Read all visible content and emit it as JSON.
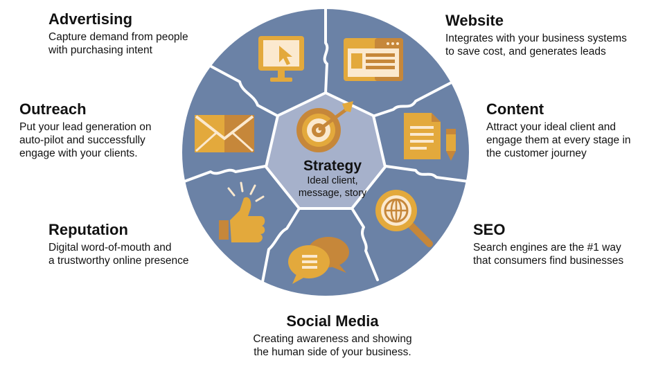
{
  "colors": {
    "segment": "#6b82a6",
    "center": "#a6b1cb",
    "separator": "#ffffff",
    "icon_gold": "#e3a93c",
    "icon_gold_dark": "#c6873a",
    "icon_light": "#fbe9cf",
    "icon_grey": "#9da6b6"
  },
  "center": {
    "icon": "target-icon",
    "title": "Strategy",
    "line1": "Ideal client,",
    "line2": "message, story"
  },
  "segments": [
    {
      "key": "advertising",
      "icon": "monitor-cursor-icon",
      "title": "Advertising",
      "line1": "Capture demand from people",
      "line2": "with purchasing intent"
    },
    {
      "key": "website",
      "icon": "browser-window-icon",
      "title": "Website",
      "line1": "Integrates with your business systems",
      "line2": "to save cost, and generates leads"
    },
    {
      "key": "content",
      "icon": "document-pencil-icon",
      "title": "Content",
      "line1": "Attract your ideal client and",
      "line2": "engage them at every stage in",
      "line3": "the customer journey"
    },
    {
      "key": "seo",
      "icon": "globe-magnifier-icon",
      "title": "SEO",
      "line1": "Search engines are the #1 way",
      "line2": "that consumers find businesses"
    },
    {
      "key": "social",
      "icon": "chat-bubbles-icon",
      "title": "Social Media",
      "line1": "Creating awareness and showing",
      "line2": "the human side of your business."
    },
    {
      "key": "reputation",
      "icon": "thumbs-up-icon",
      "title": "Reputation",
      "line1": "Digital word-of-mouth and",
      "line2": "a trustworthy online presence"
    },
    {
      "key": "outreach",
      "icon": "envelope-icon",
      "title": "Outreach",
      "line1": "Put your lead generation on",
      "line2": "auto-pilot and successfully",
      "line3": "engage with your clients."
    }
  ]
}
